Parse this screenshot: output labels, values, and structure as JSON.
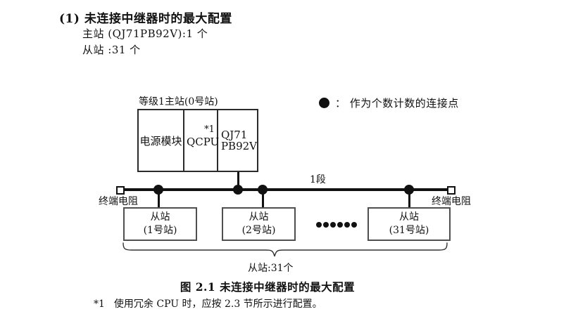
{
  "page": {
    "heading": "(1) 未连接中继器时的最大配置",
    "master_line": "主站 (QJ71PB92V):1 个",
    "slave_line": "从站 :31 个",
    "caption": "图 2.1 未连接中继器时的最大配置",
    "footnote_marker": "*1",
    "footnote_text": "使用冗余 CPU 时，应按 2.3 节所示进行配置。"
  },
  "legend": {
    "text": "：  作为个数计数的连接点"
  },
  "diagram": {
    "master": {
      "label": "等级1主站(0号站)",
      "power": "电源模块",
      "cpu": "QCPU",
      "cpu_note": "*1",
      "module_line1": "QJ71",
      "module_line2": "PB92V"
    },
    "bus": {
      "segment_label": "1段",
      "terminator_left": "终端电阻",
      "terminator_right": "终端电阻"
    },
    "slaves": [
      {
        "line1": "从站",
        "line2": "(1号站)"
      },
      {
        "line1": "从站",
        "line2": "(2号站)"
      },
      {
        "line1": "从站",
        "line2": "(31号站)"
      }
    ],
    "slaves_total": "从站:31个"
  },
  "colors": {
    "ink": "#111111",
    "master_border": "#2b2b2b",
    "slave_border": "#4f4f4f"
  }
}
